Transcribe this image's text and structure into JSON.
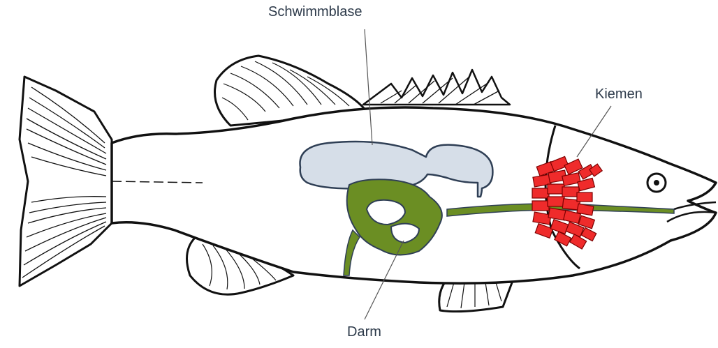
{
  "labels": {
    "swim_bladder": "Schwimmblase",
    "gills": "Kiemen",
    "intestine": "Darm"
  },
  "colors": {
    "swim_bladder": "#d6dee8",
    "intestine": "#6b8e23",
    "gills": "#ef2b2b",
    "outline": "#111111",
    "label_text": "#2d3a4a"
  }
}
